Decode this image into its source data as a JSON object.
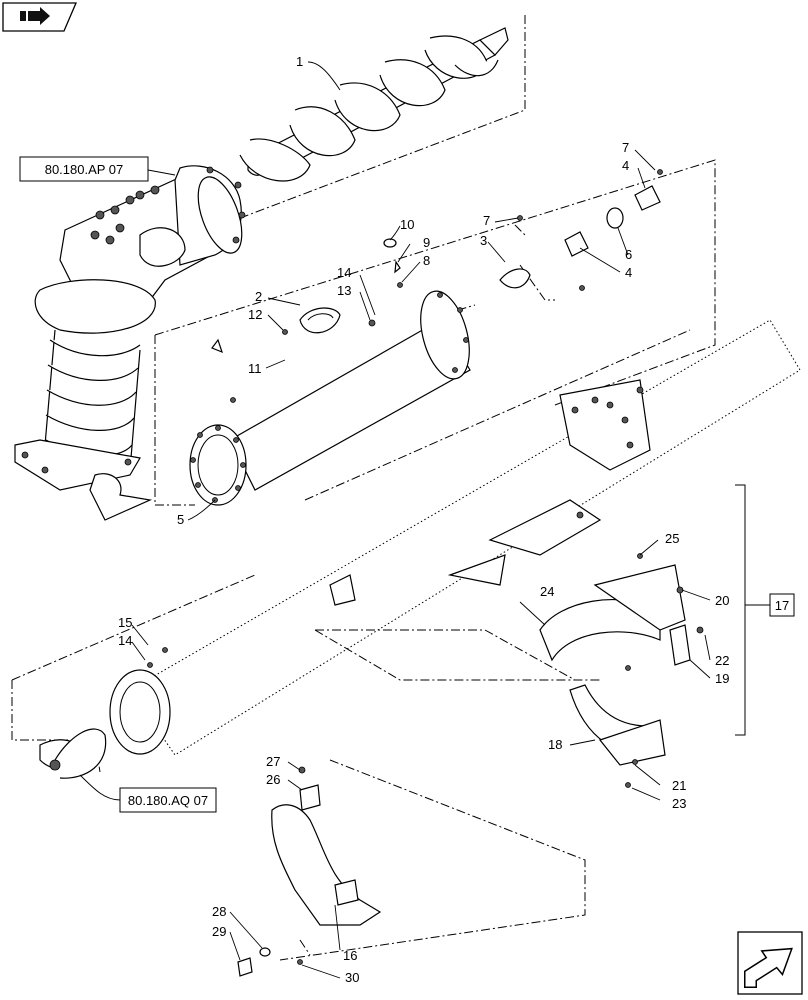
{
  "nav": {
    "top_icon": "back-arrow-icon",
    "bottom_icon": "forward-arrow-icon"
  },
  "refs": {
    "ap": "80.180.AP 07",
    "aq": "80.180.AQ 07",
    "group": "17"
  },
  "callouts": {
    "c1": "1",
    "c2": "2",
    "c3": "3",
    "c4a": "4",
    "c4b": "4",
    "c5": "5",
    "c6": "6",
    "c7a": "7",
    "c7b": "7",
    "c8": "8",
    "c9": "9",
    "c10": "10",
    "c11": "11",
    "c12": "12",
    "c13": "13",
    "c14a": "14",
    "c14b": "14",
    "c15": "15",
    "c16": "16",
    "c18": "18",
    "c19": "19",
    "c20": "20",
    "c21": "21",
    "c22": "22",
    "c23": "23",
    "c24": "24",
    "c25": "25",
    "c26": "26",
    "c27": "27",
    "c28": "28",
    "c29": "29",
    "c30": "30"
  }
}
